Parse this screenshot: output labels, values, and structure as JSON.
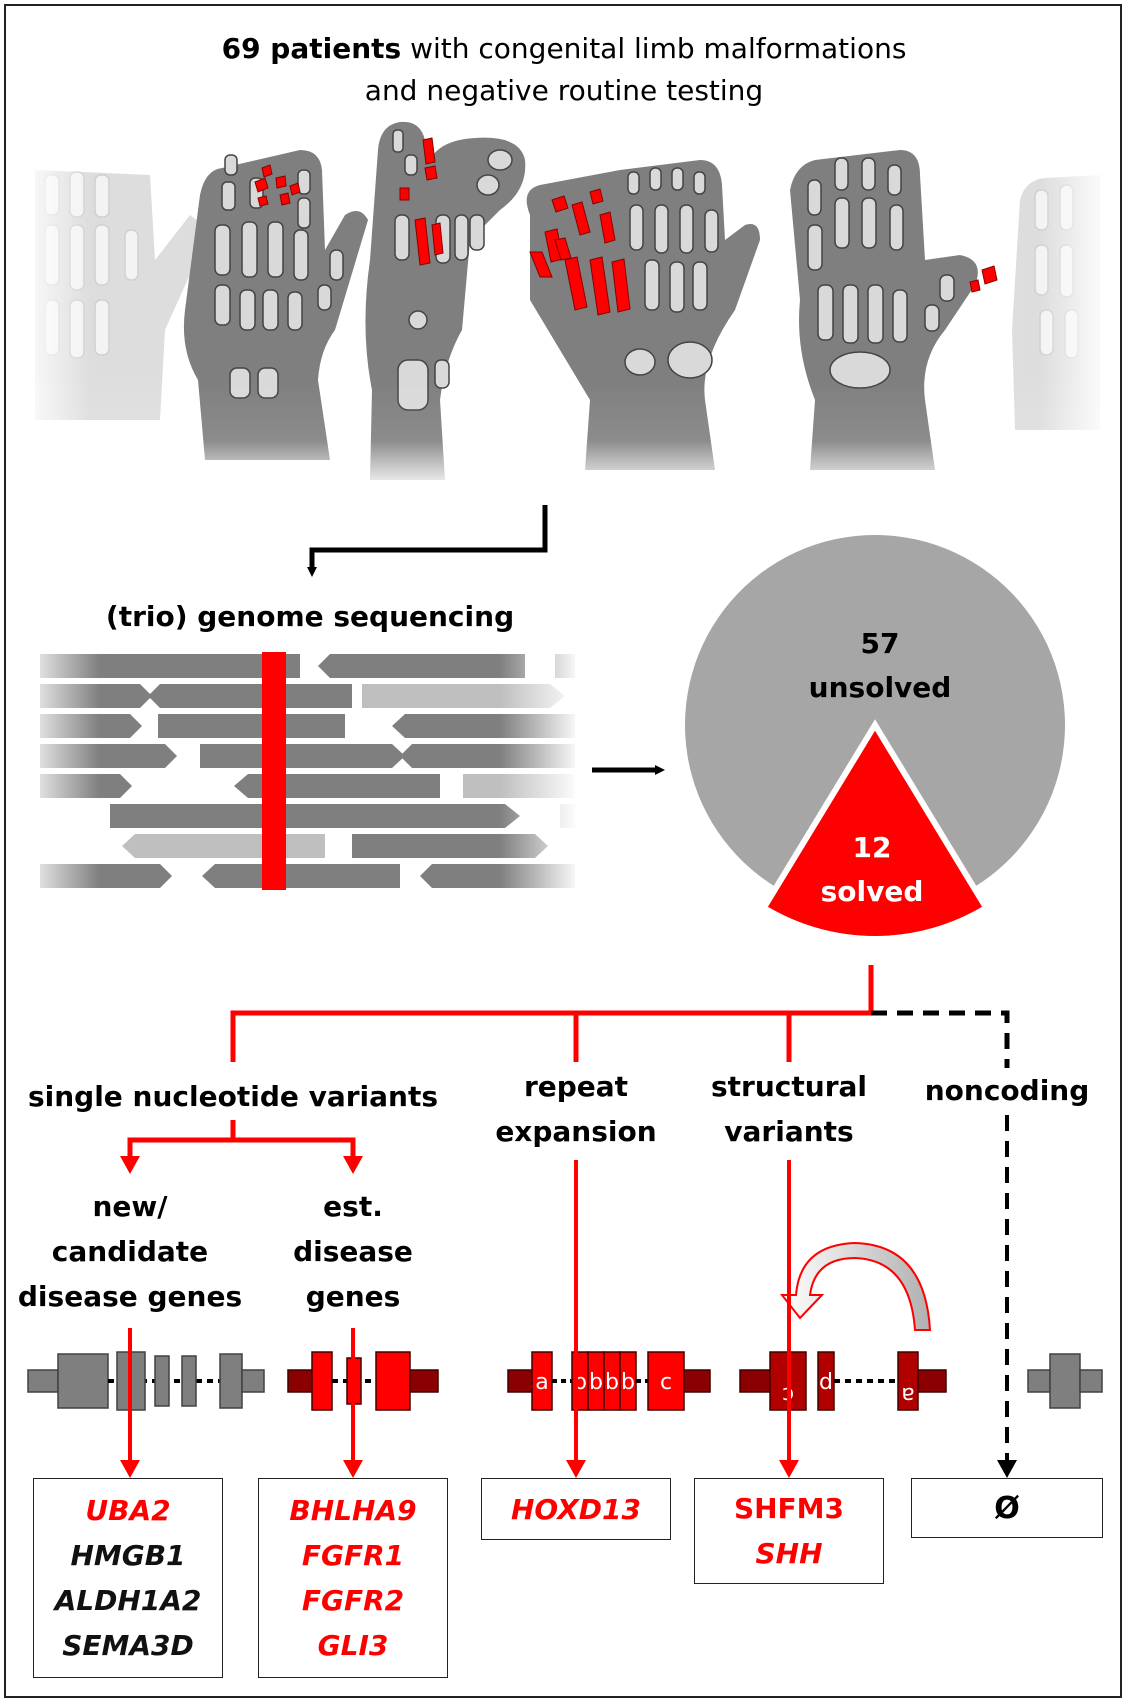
{
  "title": {
    "bold": "69 patients",
    "line1_rest": " with congenital limb malformations",
    "line2": "and negative routine  testing"
  },
  "sequencing_label": "(trio) genome sequencing",
  "pie": {
    "unsolved_count": "57",
    "unsolved_label": "unsolved",
    "solved_count": "12",
    "solved_label": "solved",
    "colors": {
      "unsolved": "#a6a6a6",
      "solved": "#ff0000"
    }
  },
  "categories": {
    "snv": "single nucleotide variants",
    "repeat_line1": "repeat",
    "repeat_line2": "expansion",
    "structural_line1": "structural",
    "structural_line2": "variants",
    "noncoding": "noncoding"
  },
  "snv_sub": {
    "new_line1": "new/",
    "new_line2": "candidate",
    "new_line3": "disease genes",
    "est_line1": "est.",
    "est_line2": "disease",
    "est_line3": "genes"
  },
  "exon_labels": {
    "a": "a",
    "b": "b",
    "c": "c",
    "d": "d"
  },
  "genes": {
    "new_candidate": [
      "UBA2",
      "HMGB1",
      "ALDH1A2",
      "SEMA3D"
    ],
    "established": [
      "BHLHA9",
      "FGFR1",
      "FGFR2",
      "GLI3"
    ],
    "repeat": [
      "HOXD13"
    ],
    "structural": [
      "SHFM3",
      "SHH"
    ],
    "noncoding": "Ø"
  },
  "colors": {
    "accent": "#ff0000",
    "dark_red": "#8b0000",
    "limb": "#7f7f7f",
    "bone": "#d9d9d9"
  }
}
